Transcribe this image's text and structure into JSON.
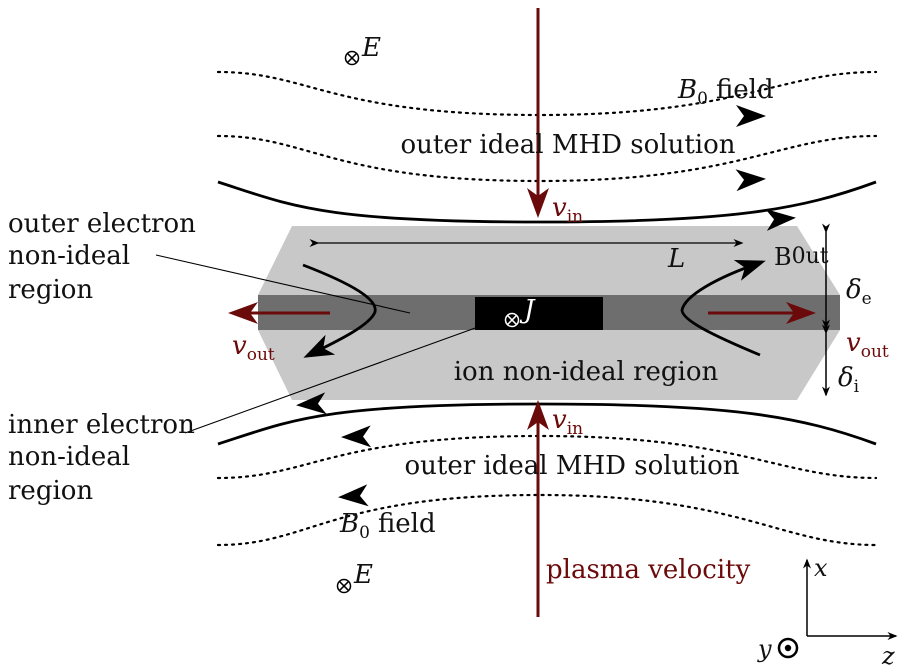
{
  "labels": {
    "e_field": "E",
    "b0_field_top": "field",
    "b0_symbol": "B",
    "b0_sub": "0",
    "outer_mhd_top": "outer ideal MHD solution",
    "outer_mhd_bottom": "outer ideal MHD solution",
    "b0_field_bottom": "field",
    "v_symbol": "v",
    "in_sub": "in",
    "out_sub": "out",
    "length": "L",
    "bout": "B",
    "bout_sub": "0ut",
    "delta": "δ",
    "delta_e_sub": "e",
    "delta_i_sub": "i",
    "current": "J",
    "ion_region": "ion non-ideal region",
    "outer_electron_lines": [
      "outer electron",
      "non-ideal",
      "region"
    ],
    "inner_electron_lines": [
      "inner electron",
      "non-ideal",
      "region"
    ],
    "plasma_velocity": "plasma velocity",
    "axis_x": "x",
    "axis_y": "y",
    "axis_z": "z"
  },
  "colors": {
    "velocity": "#6b0a0a",
    "ion_region": "#c8c8c8",
    "electron_band": "#6e6e6e",
    "current_sheet": "#000000",
    "lines": "#000000"
  },
  "icons": {
    "into_page": "circle-times-icon",
    "out_of_page": "circle-dot-icon"
  }
}
